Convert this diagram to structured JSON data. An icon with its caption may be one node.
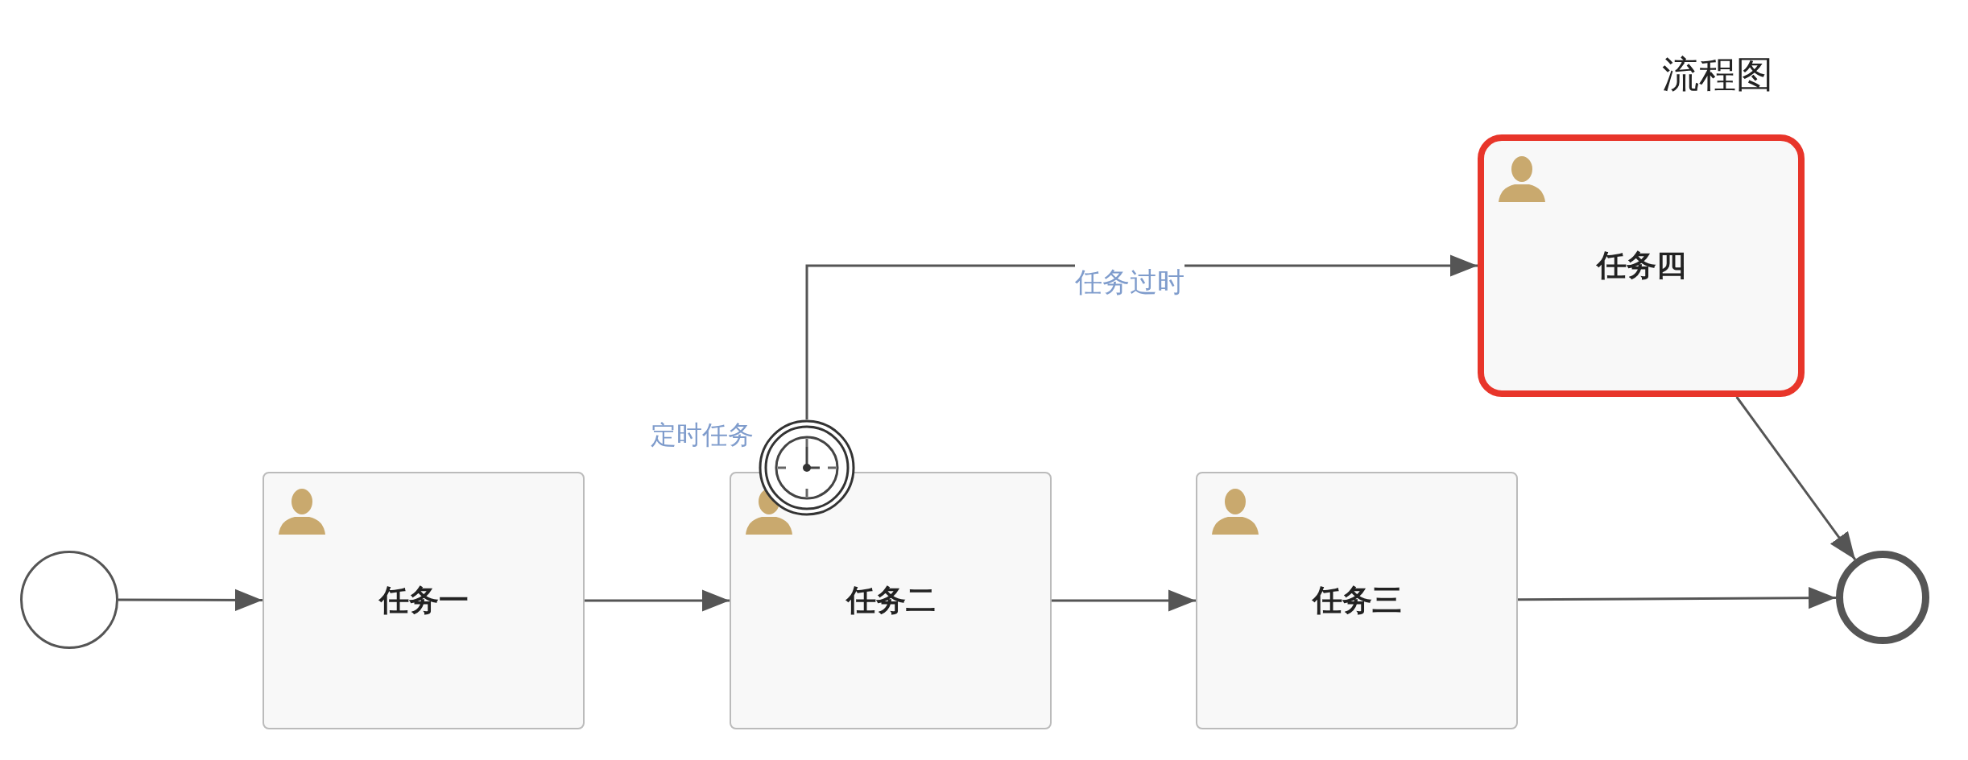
{
  "diagram": {
    "title": "流程图",
    "nodes": [
      {
        "text": [],
        "shape": "circle"
      },
      {
        "text": [
          "任务一"
        ]
      },
      {
        "text": [
          "任务二"
        ]
      },
      {
        "text": [
          "任务三"
        ]
      },
      {
        "text": [
          "任务四"
        ]
      },
      {
        "text": [],
        "shape": "circle",
        "beside": [
          "定时任务"
        ]
      },
      {
        "text": [],
        "shape": "circle"
      }
    ],
    "edges": [
      {
        "from": 0,
        "to": 1,
        "arrow": "to"
      },
      {
        "from": 1,
        "to": 2,
        "arrow": "to"
      },
      {
        "from": 2,
        "to": 3,
        "arrow": "to"
      },
      {
        "from": 3,
        "to": 6,
        "arrow": "to"
      },
      {
        "from": 5,
        "to": 4,
        "arrow": "to",
        "label": "任务过时"
      },
      {
        "from": 4,
        "to": 6,
        "arrow": "to"
      }
    ]
  }
}
